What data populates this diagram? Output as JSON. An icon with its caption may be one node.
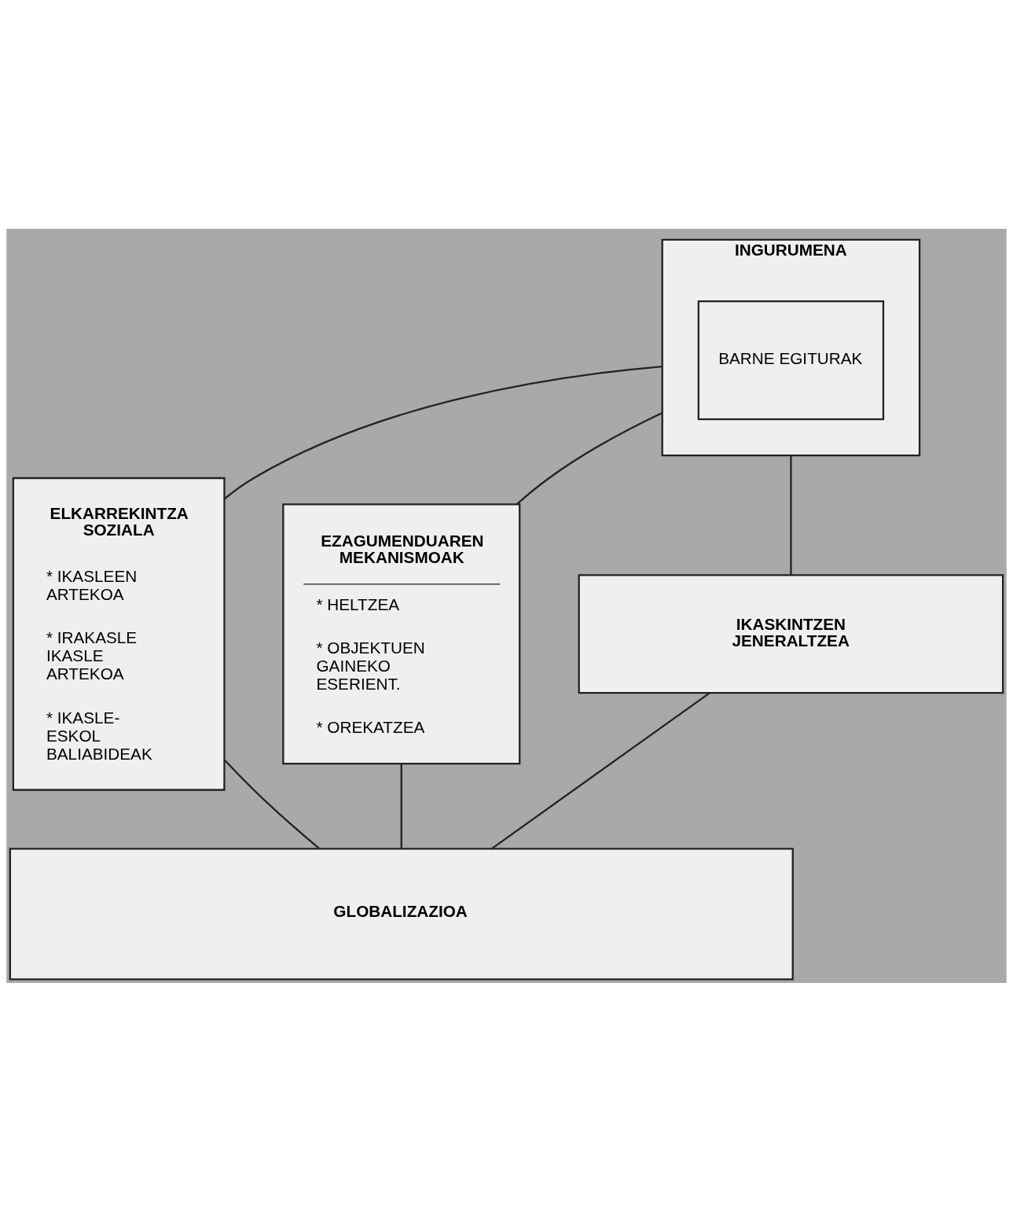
{
  "diagram": {
    "nodes": [
      {
        "text": [
          "ELKARREKINTZA SOZIALA",
          "* IKASLEEN ARTEKOA",
          "* IRAKASLE IKASLE ARTEKOA",
          "* IKASLE- ESKOL BALIABIDEAK"
        ]
      },
      {
        "text": [
          "INGURUMENA"
        ]
      },
      {
        "text": [
          "BARNE EGITURAK"
        ],
        "in": 1
      },
      {
        "text": [
          "EZAGUMENDUAREN MEKANISMOAK",
          "* HELTZEA",
          "* OBJEKTUEN GAINEKO ESERIENT.",
          "* OREKATZEA"
        ]
      },
      {
        "text": [
          "IKASKINTZEN JENERALTZEA"
        ]
      },
      {
        "text": [
          "GLOBALIZAZIOA"
        ]
      }
    ],
    "edges": [
      {
        "from": 0,
        "to": 1,
        "arrow": "none"
      },
      {
        "from": 1,
        "to": 3,
        "arrow": "none"
      },
      {
        "from": 1,
        "to": 4,
        "arrow": "none"
      },
      {
        "from": 4,
        "to": 5,
        "arrow": "none"
      },
      {
        "from": 0,
        "to": 5,
        "arrow": "none"
      },
      {
        "from": 3,
        "to": 5,
        "arrow": "none"
      }
    ]
  }
}
